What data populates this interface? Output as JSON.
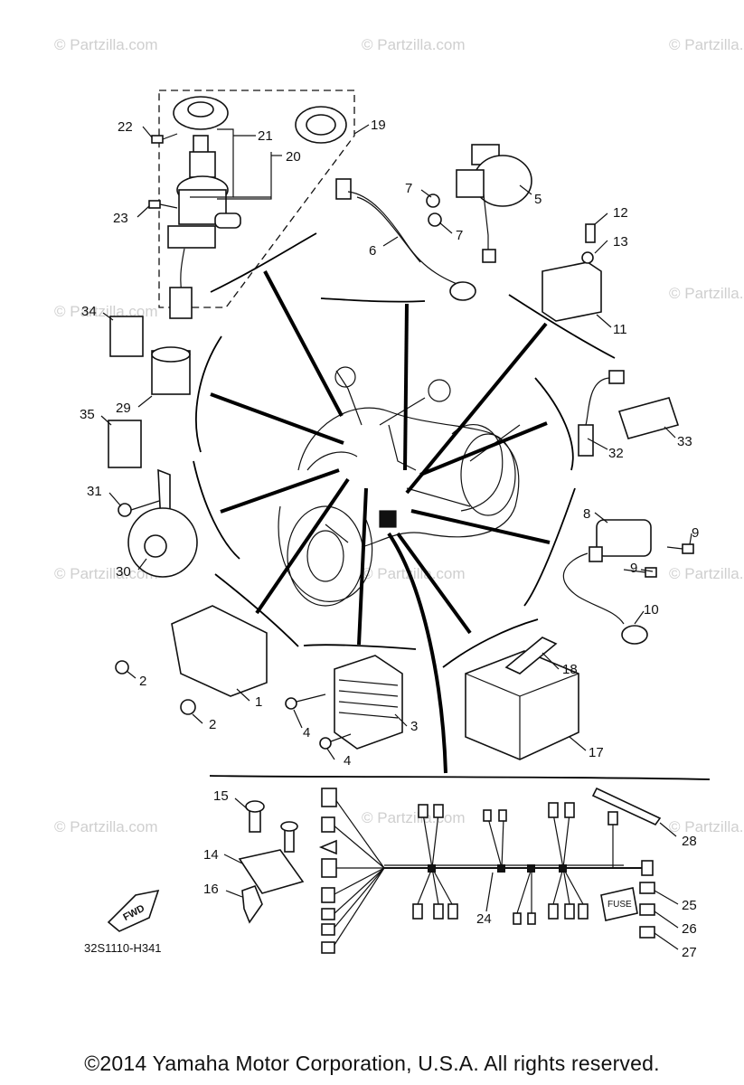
{
  "watermark": "© Partzilla.com",
  "diagram_code": "32S1110-H341",
  "fwd_label": "FWD",
  "fuse_label": "FUSE",
  "copyright": "©2014  Yamaha Motor Corporation, U.S.A. All rights reserved.",
  "callouts": {
    "c1": "1",
    "c2a": "2",
    "c2b": "2",
    "c3": "3",
    "c4a": "4",
    "c4b": "4",
    "c5": "5",
    "c6": "6",
    "c7a": "7",
    "c7b": "7",
    "c8": "8",
    "c9a": "9",
    "c9b": "9",
    "c10": "10",
    "c11": "11",
    "c12": "12",
    "c13": "13",
    "c14": "14",
    "c15": "15",
    "c16": "16",
    "c17": "17",
    "c18": "18",
    "c19": "19",
    "c20": "20",
    "c21": "21",
    "c22": "22",
    "c23": "23",
    "c24": "24",
    "c25": "25",
    "c26": "26",
    "c27": "27",
    "c28": "28",
    "c29": "29",
    "c30": "30",
    "c31": "31",
    "c32": "32",
    "c33": "33",
    "c34": "34",
    "c35": "35"
  }
}
